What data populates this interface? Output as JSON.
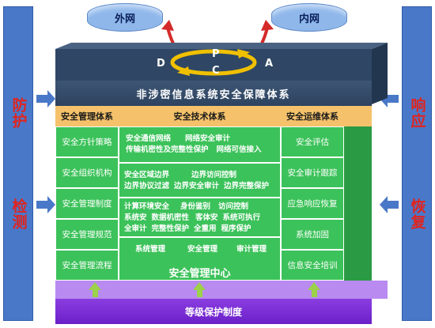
{
  "left_bar": {
    "top": "防护",
    "bottom": "检测"
  },
  "right_bar": {
    "top": "响应",
    "bottom": "恢复"
  },
  "networks": {
    "external": "外网",
    "internal": "内网"
  },
  "pdca": {
    "p": "P",
    "d": "D",
    "c": "C",
    "a": "A"
  },
  "framework_title": "非涉密信息系统安全保障体系",
  "management": {
    "title": "安全管理体系",
    "items": [
      "安全方针策略",
      "安全组织机构",
      "安全管理制度",
      "安全管理规范",
      "安全管理流程"
    ]
  },
  "technical": {
    "title": "安全技术体系",
    "network": {
      "line1": [
        "安全通信网络",
        "网络安全审计"
      ],
      "line2": [
        "传输机密性及完整性保护",
        "网络可信接入"
      ]
    },
    "boundary": {
      "line1": [
        "安全区域边界",
        "边界访问控制"
      ],
      "line2": [
        "边界协议过滤",
        "边界安全审计",
        "边界完整保护"
      ]
    },
    "compute": {
      "line1": [
        "计算环境安全",
        "身份鉴别",
        "访问控制"
      ],
      "line2": [
        "系统安",
        "数据机密性",
        "客体安",
        "系统可执行"
      ],
      "line3": [
        "全审计",
        "完整性保护",
        "全重用",
        "程序保护"
      ]
    },
    "center_items": [
      "系统管理",
      "安全管理",
      "审计管理"
    ],
    "center_title": "安全管理中心"
  },
  "operations": {
    "title": "安全运维体系",
    "items": [
      "安全评估",
      "安全审计跟踪",
      "应急响应恢复",
      "系统加固",
      "信息安全培训"
    ]
  },
  "base": "等级保护制度",
  "colors": {
    "blue": "#4a78c8",
    "green": "#3cc25a",
    "orange": "#f5c26b",
    "navy": "#2d4360",
    "purple": "#7a2fd4",
    "red_text": "#e0241f"
  }
}
